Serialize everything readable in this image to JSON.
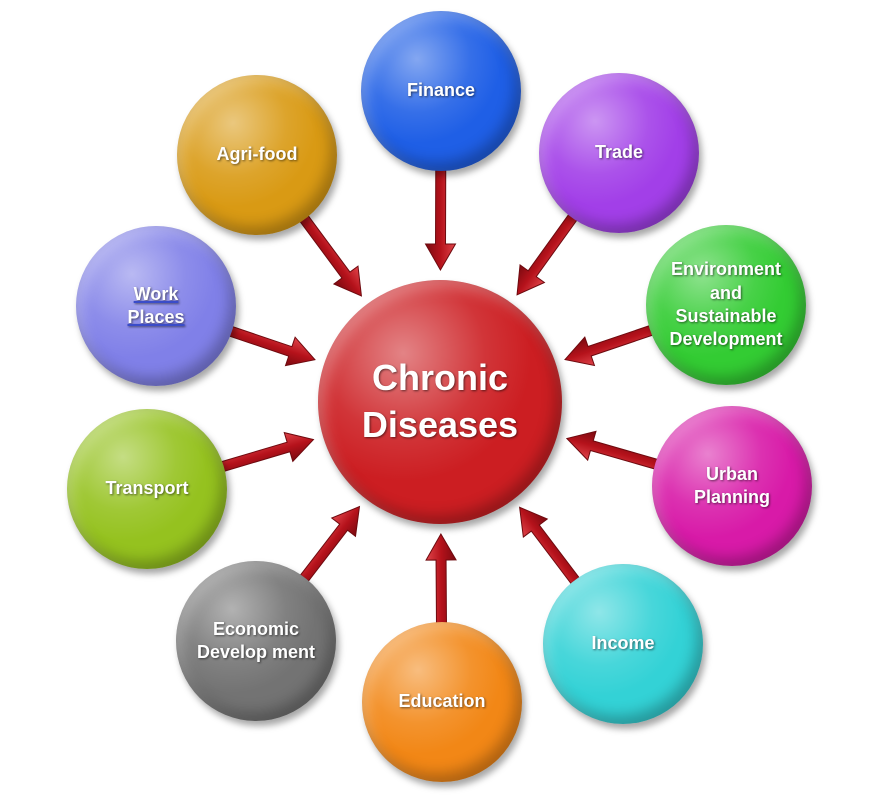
{
  "center": {
    "lines": [
      "Chronic",
      "Diseases"
    ],
    "color": "#cc1e22"
  },
  "nodes": [
    {
      "id": "finance",
      "lines": [
        "Finance"
      ],
      "color": "#1f5fe6"
    },
    {
      "id": "trade",
      "lines": [
        "Trade"
      ],
      "color": "#a23fe8"
    },
    {
      "id": "environment",
      "lines": [
        "Environment",
        "and",
        "Sustainable",
        "Development"
      ],
      "color": "#33cc33"
    },
    {
      "id": "urban",
      "lines": [
        "Urban",
        "Planning"
      ],
      "color": "#d81aa8"
    },
    {
      "id": "income",
      "lines": [
        "Income"
      ],
      "color": "#33d2d6"
    },
    {
      "id": "education",
      "lines": [
        "Education"
      ],
      "color": "#f28716"
    },
    {
      "id": "economic",
      "lines": [
        "Economic",
        "Develop ment"
      ],
      "color": "#737373"
    },
    {
      "id": "transport",
      "lines": [
        "Transport"
      ],
      "color": "#95c21f"
    },
    {
      "id": "workplaces",
      "lines": [
        "Work",
        "Places"
      ],
      "color": "#8080e8"
    },
    {
      "id": "agrifood",
      "lines": [
        "Agri-food"
      ],
      "color": "#d99a14"
    }
  ],
  "arrow_color": "#b5121b"
}
